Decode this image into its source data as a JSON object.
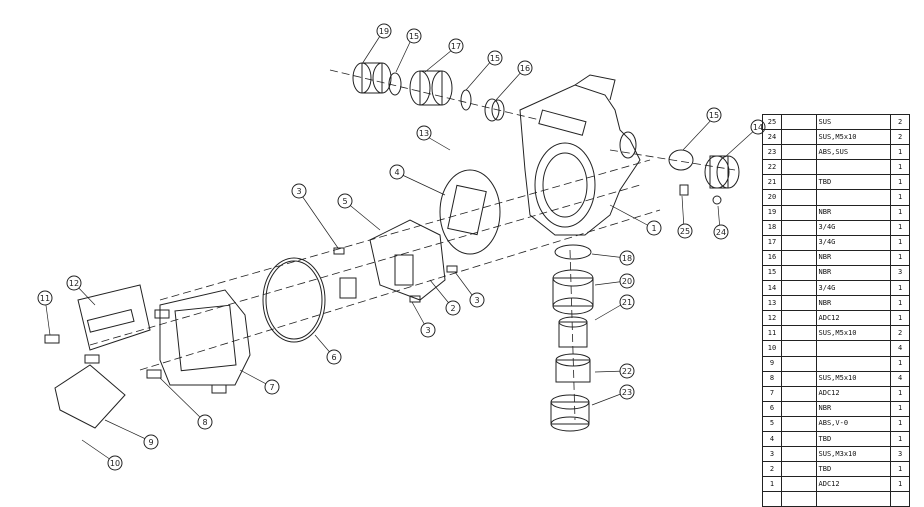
{
  "bom": {
    "rows": [
      {
        "no": "25",
        "name": "",
        "material": "SUS",
        "qty": "2"
      },
      {
        "no": "24",
        "name": "",
        "material": "SUS,M5x10",
        "qty": "2"
      },
      {
        "no": "23",
        "name": "",
        "material": "ABS,SUS",
        "qty": "1"
      },
      {
        "no": "22",
        "name": "",
        "material": "",
        "qty": "1"
      },
      {
        "no": "21",
        "name": "",
        "material": "TBD",
        "qty": "1"
      },
      {
        "no": "20",
        "name": "",
        "material": "",
        "qty": "1"
      },
      {
        "no": "19",
        "name": "",
        "material": "NBR",
        "qty": "1"
      },
      {
        "no": "18",
        "name": "",
        "material": "3/4G",
        "qty": "1"
      },
      {
        "no": "17",
        "name": "",
        "material": "3/4G",
        "qty": "1"
      },
      {
        "no": "16",
        "name": "",
        "material": "NBR",
        "qty": "1"
      },
      {
        "no": "15",
        "name": "",
        "material": "NBR",
        "qty": "3"
      },
      {
        "no": "14",
        "name": "",
        "material": "3/4G",
        "qty": "1"
      },
      {
        "no": "13",
        "name": "",
        "material": "NBR",
        "qty": "1"
      },
      {
        "no": "12",
        "name": "",
        "material": "ADC12",
        "qty": "1"
      },
      {
        "no": "11",
        "name": "",
        "material": "SUS,M5x10",
        "qty": "2"
      },
      {
        "no": "10",
        "name": "",
        "material": "",
        "qty": "4"
      },
      {
        "no": "9",
        "name": "",
        "material": "",
        "qty": "1"
      },
      {
        "no": "8",
        "name": "",
        "material": "SUS,M5x10",
        "qty": "4"
      },
      {
        "no": "7",
        "name": "",
        "material": "ADC12",
        "qty": "1"
      },
      {
        "no": "6",
        "name": "",
        "material": "NBR",
        "qty": "1"
      },
      {
        "no": "5",
        "name": "",
        "material": "ABS,V-0",
        "qty": "1"
      },
      {
        "no": "4",
        "name": "",
        "material": "TBD",
        "qty": "1"
      },
      {
        "no": "3",
        "name": "",
        "material": "SUS,M3x10",
        "qty": "3"
      },
      {
        "no": "2",
        "name": "",
        "material": "TBD",
        "qty": "1"
      },
      {
        "no": "1",
        "name": "",
        "material": "ADC12",
        "qty": "1"
      }
    ],
    "header": {
      "no": "",
      "name": "",
      "material": "",
      "qty": ""
    }
  },
  "callouts": [
    "1",
    "2",
    "3",
    "4",
    "5",
    "6",
    "7",
    "8",
    "9",
    "10",
    "11",
    "12",
    "13",
    "14",
    "15",
    "16",
    "17",
    "18",
    "19",
    "20",
    "21",
    "22",
    "23",
    "24",
    "25"
  ]
}
